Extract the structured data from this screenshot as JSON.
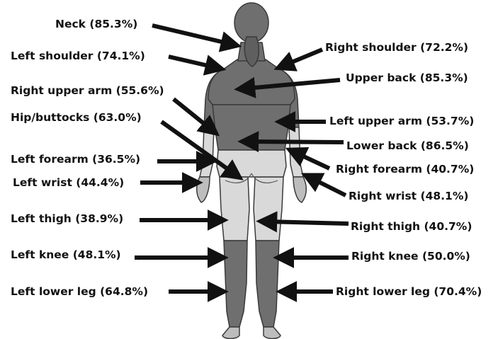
{
  "colors": {
    "outline": "#3a3a3a",
    "dark_region": "#6f6f6f",
    "light_region": "#d9d9d9",
    "skin": "#bdbdbd",
    "arrow": "#111111"
  },
  "labels": {
    "neck": "Neck (85.3%)",
    "left_shoulder": "Left shoulder (74.1%)",
    "right_upper_arm": "Right upper arm (55.6%)",
    "hip_buttocks": "Hip/buttocks (63.0%)",
    "left_forearm": "Left forearm (36.5%)",
    "left_wrist": "Left wrist (44.4%)",
    "left_thigh": "Left thigh (38.9%)",
    "left_knee": "Left knee (48.1%)",
    "left_lower_leg": "Left lower leg (64.8%)",
    "right_shoulder": "Right shoulder (72.2%)",
    "upper_back": "Upper back (85.3%)",
    "left_upper_arm": "Left upper arm (53.7%)",
    "lower_back": "Lower back (86.5%)",
    "right_forearm": "Right forearm (40.7%)",
    "right_wrist": "Right wrist (48.1%)",
    "right_thigh": "Right thigh (40.7%)",
    "right_knee": "Right knee (50.0%)",
    "right_lower_leg": "Right lower leg (70.4%)"
  }
}
